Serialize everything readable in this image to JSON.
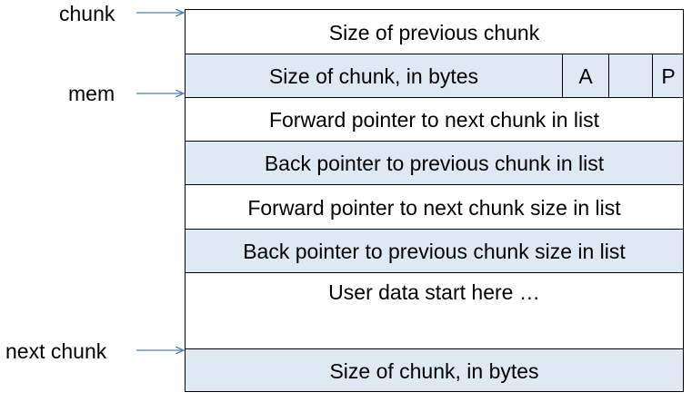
{
  "diagram": {
    "labels": {
      "chunk": "chunk",
      "mem": "mem",
      "next_chunk": "next chunk"
    },
    "rows": {
      "prev_size": "Size of previous chunk",
      "size": "Size of chunk, in bytes",
      "flag_a": "A",
      "flag_blank": "",
      "flag_p": "P",
      "fd": "Forward pointer to next chunk in list",
      "bk": "Back pointer to previous chunk in list",
      "fd_nextsize": "Forward pointer to next chunk size in list",
      "bk_nextsize": "Back pointer to previous chunk size in list",
      "user_data": "User data start here …",
      "next_size": "Size of chunk, in bytes"
    },
    "colors": {
      "shaded_row": "#dfe9f3",
      "arrow": "#4f81bd",
      "border": "#000000"
    }
  }
}
